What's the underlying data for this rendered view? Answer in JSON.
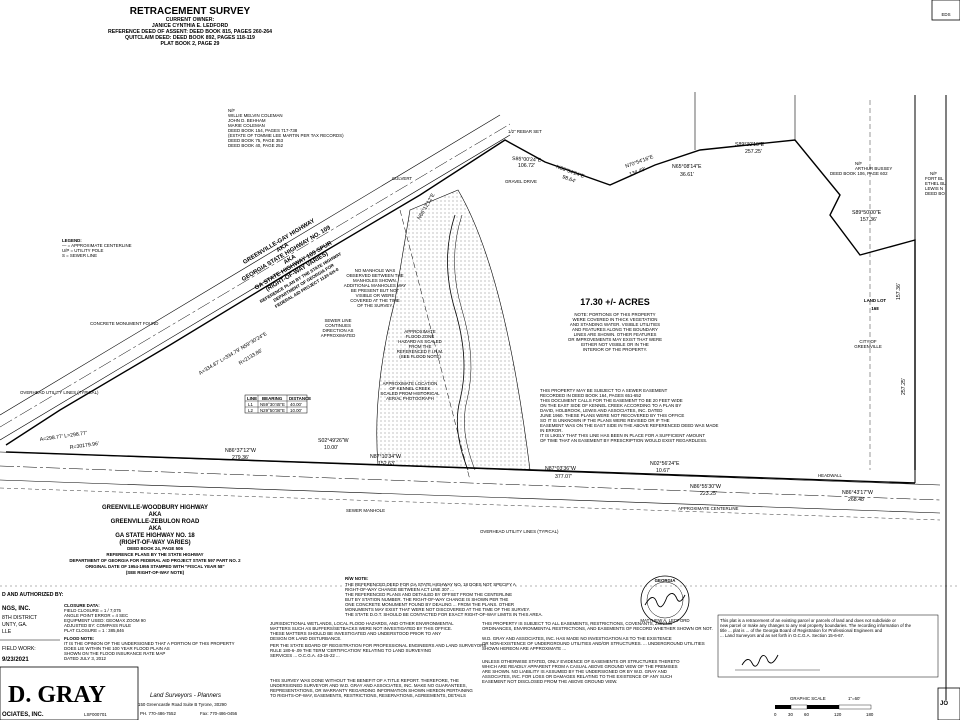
{
  "title_block": {
    "title": "RETRACEMENT SURVEY",
    "current_owner_label": "CURRENT OWNER:",
    "owner": "JANICE CYNTHIA E. LEDFORD",
    "ref_deed": "REFERENCE DEED OF ASSENT: DEED BOOK 815, PAGES 260-264",
    "quitclaim": "QUITCLAIM DEED: DEED BOOK 892, PAGES 118-119",
    "plat": "PLAT BOOK 2, PAGE 29"
  },
  "acreage": "17.30 +/- ACRES",
  "property_note": [
    "NOTE: PORTIONS OF THIS PROPERTY",
    "WERE COVERED IN THICK VEGETATION",
    "AND STANDING WATER. VISIBLE UTILITIES",
    "AND FEATURES ALONG THE BOUNDARY",
    "LINES ARE SHOWN. OTHER FEATURES",
    "OR IMPROVEMENTS MAY EXIST THAT WERE",
    "EITHER NOT VISIBLE OR IN THE",
    "INTERIOR OF THE PROPERTY."
  ],
  "easement_note": [
    "THIS PROPERTY MAY BE SUBJECT TO A SEWER EASEMENT",
    "RECORDED IN DEED BOOK 164, PAGES 651-652",
    "THIS DOCUMENT CALLS FOR THE EASEMENT TO BE 20 FEET WIDE",
    "ON THE EAST SIDE OF KENNEL CREEK ACCORDING TO A PLAN BY",
    "DAVID, HOLBROOK, LEWIS AND ASSOCIATES, INC. DATED",
    "JUNE 1960. THESE PLANS WERE NOT RECOVERED BY THIS OFFICE",
    "SO IT IS UNKNOWN IF THE PLANS WERE REVISED OR IF THE",
    "EASEMENT WAS ON THE EAST SIDE IN THE ABOVE REFERENCED DEED WAS MADE",
    "IN ERROR.",
    "IT IS LIKELY THAT THIS LINE HAS BEEN IN PLACE FOR A SUFFICIENT AMOUNT",
    "OF TIME THAT AN EASEMENT BY PRESCRIPTION WOULD EXIST REGARDLESS."
  ],
  "roads": {
    "north": [
      "GREENVILLE-GAY HIGHWAY",
      "AKA",
      "GEORGIA STATE HIGHWAY NO. 109",
      "AKA",
      "GA STATE HIGHWAY 109 SPUR",
      "(RIGHT-OF-WAY VARIES)",
      "REFERENCE PLAN BY THE STATE HIGHWAY",
      "DEPARTMENT OF GEORGIA FOR",
      "FEDERAL AID PROJECT 1124-SH-0"
    ],
    "south": [
      "GREENVILLE-WOODBURY HIGHWAY",
      "AKA",
      "GREENVILLE-ZEBULON ROAD",
      "AKA",
      "GA STATE HIGHWAY NO. 18",
      "(RIGHT-OF-WAY VARIES)",
      "DEED BOOK 24, PAGE 506",
      "REFERENCE PLANS BY THE STATE HIGHWAY",
      "DEPARTMENT OF GEORGIA FOR FEDERAL AID PROJECT STATE 597 PART NO. 2",
      "ORIGINAL DATE OF 1954-1955 STAMPED WITH \"FISCAL YEAR 58\"",
      "(SEE RIGHT-OF-WAY NOTE)"
    ]
  },
  "bearings": [
    {
      "text": "S85°00'24\"E",
      "dist": "106.72'"
    },
    {
      "text": "N68°54'24\"E",
      "dist": "98.64'"
    },
    {
      "text": "N70°54'16\"E",
      "dist": "134.49'"
    },
    {
      "text": "N65°08'14\"E",
      "dist": "36.61'"
    },
    {
      "text": "S89°30'10\"E",
      "dist": "257.25'"
    },
    {
      "text": "S89°50'00\"E",
      "dist": "157.36'"
    },
    {
      "text": "N86°37'12\"W",
      "dist": "279.36'"
    },
    {
      "text": "N87°10'34\"W",
      "dist": "152.63'"
    },
    {
      "text": "N87°03'36\"W",
      "dist": "377.07'"
    },
    {
      "text": "N86°55'30\"W",
      "dist": "223.25'"
    },
    {
      "text": "N86°43'17\"W",
      "dist": "268.48'"
    },
    {
      "text": "S02°49'26\"W",
      "dist": "10.00'"
    },
    {
      "text": "N02°56'24\"E",
      "dist": "10.67'"
    },
    {
      "text": "N66°12'12\"E",
      "dist": ""
    }
  ],
  "labels": {
    "land_lot": "LAND LOT",
    "land_lot_no": "168",
    "city": [
      "CITY OF",
      "GREENVILLE"
    ],
    "culvert": "CULVERT",
    "headwall": "HEADWALL",
    "gravel_drive": "GRAVEL DRIVE",
    "sewer_manhole": "SEWER MANHOLE",
    "centerline": "APPROXIMATE CENTERLINE",
    "rebar": "1/2\" REBAR SET",
    "concrete_monument": "CONCRETE MONUMENT FOUND",
    "overhead_util": "OVERHEAD UTILITY LINES (TYPICAL)",
    "new_curve": "A=298.77' L=298.77'",
    "curve_radius": "R=30179.96'",
    "arc2": "A=334.87' L=334.79' N59°30'24\"E",
    "r2": "R=2133.86'"
  },
  "curve_table": {
    "headers": [
      "LINE",
      "BEARING",
      "DISTANCE"
    ],
    "rows": [
      [
        "L1",
        "N59°30'45\"E",
        "40.00'"
      ],
      [
        "L2",
        "N29°50'36\"E",
        "10.00'"
      ]
    ]
  },
  "legend": [
    "LEGEND:",
    "— = APPROXIMATE CENTERLINE",
    "U/P = UTILITY POLE",
    "S = SEWER LINE"
  ],
  "rw_note": {
    "title": "R/W NOTE:",
    "lines": [
      "THE REFERENCED DEED FOR GA STATE HIGHWAY NO. 18 DOES NOT SPECIFY A",
      "RIGHT-OF-WAY CHANGE BETWEEN ACT LINE 307 ...",
      "THE REFERENCED PLANS AND DETAILED BY OFFSET FROM THE CENTERLINE",
      "BUT BY STATION NUMBER. THE RIGHT-OF-WAY CHANGE IS SHOWN PER THE",
      "ONE CONCRETE MONUMENT FOUND BY DEALING ... FROM THE PLANS. OTHER",
      "MONUMENTS MAY EXIST THAT WERE NOT DISCOVERED AT THE TIME OF THE SURVEY.",
      "THE STATE D.O.T. SHOULD BE CONTACTED FOR EXACT RIGHT-OF-WAY LIMITS IN THIS AREA."
    ]
  },
  "notes_left": [
    "JURISDICTIONAL WETLANDS, LOCAL FLOOD HAZARDS, AND OTHER ENVIRONMENTAL",
    "MATTERS SUCH AS BUFFERS/SETBACKS WERE NOT INVESTIGATED BY THIS OFFICE.",
    "THESE MATTERS SHOULD BE INVESTIGATED AND UNDERSTOOD PRIOR TO ANY",
    "DESIGN OR LAND DISTURBANCE.",
    "PER THE STATE BOARD OF REGISTRATION FOR PROFESSIONAL ENGINEERS AND LAND SURVEYORS",
    "RULE 180-6-.09 THE TERM 'CERTIFICATION' RELATING TO LAND SURVEYING",
    "SERVICES ... O.C.G.A. 43-15-22 ...",
    "THIS SURVEY WAS DONE WITHOUT THE BENEFIT OF A TITLE REPORT. THEREFORE, THE",
    "UNDERSIGNED SURVEYOR AND W.D. GRAY AND ASSOCIATES, INC. MAKE NO GUARANTEES,",
    "REPRESENTATIONS, OR WARRANTY REGARDING INFORMATION SHOWN HEREON PERTAINING",
    "TO RIGHTS-OF-WAY, EASEMENTS, RESTRICTIONS, RESERVATIONS, AGREEMENTS, DETAILS"
  ],
  "notes_right": [
    "THIS PROPERTY IS SUBJECT TO ALL EASEMENTS, RESTRICTIONS, COVENANTS, ZONING",
    "ORDINANCES, ENVIRONMENTAL RESTRICTIONS, AND EASEMENTS OF RECORD WHETHER SHOWN OR NOT.",
    "W.D. GRAY AND ASSOCIATES, INC. HAS MADE NO INVESTIGATION AS TO THE EXISTENCE",
    "OR NON-EXISTENCE OF UNDERGROUND UTILITIES AND/OR STRUCTURES. ... UNDERGROUND UTILITIES",
    "SHOWN HEREON ARE APPROXIMATE ...",
    "UNLESS OTHERWISE STATED, ONLY EVIDENCE OF EASEMENTS OR STRUCTURES THERETO",
    "WHICH ARE READILY APPARENT FROM A CASUAL ABOVE GROUND VIEW OF THE PREMISES",
    "ARE SHOWN. NO LIABILITY IS ASSUMED BY THE UNDERSIGNED OR BY W.D. GRAY AND",
    "ASSOCIATES, INC. FOR LOSS OR DAMAGES RELATING TO THE EXISTENCE OF ANY SUCH",
    "EASEMENT NOT DISCLOSED FROM THE ABOVE GROUND VIEW."
  ],
  "cert_note": [
    "This plat is a retracement of an existing parcel or parcels of land and does not subdivide or",
    "new parcel or make any changes to any real property boundaries. The recording information of the",
    "title ... plat is ... of the Georgia Board of Registration for Professional Engineers and",
    "... Land Surveyors and as set forth in O.C.G.A. Section 15-6-67."
  ],
  "closure": [
    "CLOSURE DATA:",
    "FIELD CLOSURE = 1 / 7,075",
    "ANGLE POINT ERROR = 4 SEC",
    "EQUIPMENT USED: GEOMAX ZOOM 90",
    "ADJUSTED BY: COMPASS RULE",
    "PLAT CLOSURE = 1 : 385,846"
  ],
  "flood": [
    "FLOOD NOTE:",
    "IT IS THE OPINION OF THE UNDERSIGNED THAT A PORTION OF THIS PROPERTY",
    "DOES LIE WITHIN THE 100 YEAR FLOOD PLAIN AS",
    "SHOWN ON THE FLOOD INSURANCE RATE MAP",
    "DATED JULY 3, 2012"
  ],
  "left_block": [
    "D AND AUTHORIZED BY:",
    "NGS, INC.",
    "8TH DISTRICT",
    "UNTY, GA.",
    "LLE",
    "FIELD WORK:",
    "9/23/2021"
  ],
  "company": {
    "logo": "D. GRAY",
    "sub": "OCIATES, INC.",
    "lic": "LSF000701",
    "tag": "Land Surveyors - Planners",
    "address": "150 Greencastle Road    Suite B    Tyrone, 30290",
    "phone": "PH. 770-486-7552",
    "fax": "Fax: 770-486-0456"
  },
  "seal_text": "GEORGIA",
  "seal_name": "MATTHEW A. LEDFORD",
  "scale": {
    "label": "GRAPHIC SCALE",
    "unit": "1\"=60'",
    "ticks": [
      "0",
      "30",
      "60",
      "120",
      "180"
    ]
  },
  "edge_labels": {
    "top_right": "EDS",
    "right_job": "JO"
  },
  "adjacent_owners": {
    "nw": [
      "N/F",
      "WILLIE MELVIN COLEMAN",
      "JOHN D. BEHHAM",
      "MARIE COLEMAN",
      "DEED BOOK 154, PAGES 717-738",
      "(ESTATE OF TOMMIE LEE MARTIN PER TAX RECORDS)",
      "DEED BOOK 75, PAGE 353",
      "DEED BOOK 40, PAGE 252"
    ],
    "ne": [
      "N/F",
      "ARTHUR BUSSEY",
      "DEED BOOK 106, PAGE 602"
    ],
    "e": [
      "N/F",
      "FORT BL",
      "ETHEL BL",
      "LEWIS N",
      "DEED BO"
    ]
  },
  "easement_box": [
    "NO MANHOLE WAS",
    "OBSERVED BETWEEN THE",
    "MANHOLES SHOWN.",
    "ADDITIONAL MANHOLES MAY",
    "BE PRESENT BUT NOT",
    "VISIBLE OR WERE",
    "COVERED AT THE TIME",
    "OF THE SURVEY."
  ],
  "sewer_note": [
    "SEWER LINE",
    "CONTINUES",
    "DIRECTION AS",
    "APPROXIMATED"
  ],
  "flood_zone_note": [
    "APPROXIMATE",
    "FLOOD ZONE",
    "HAZARD AS SCALED",
    "FROM THE",
    "REFERENCED F.I.R.M.",
    "(SEE FLOOD NOTE)"
  ],
  "creek_note": [
    "APPROXIMATE LOCATION",
    "OF KENNEL CREEK",
    "SCALED FROM HISTORICAL",
    "AERIAL PHOTOGRAPH"
  ]
}
